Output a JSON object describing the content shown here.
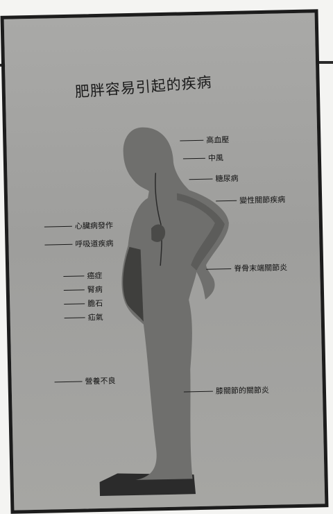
{
  "poster": {
    "title": "肥胖容易引起的疾病",
    "labels": {
      "hypertension": "高血壓",
      "stroke": "中風",
      "diabetes": "糖尿病",
      "degenerative_arthritis": "變性關節疾病",
      "heart_attack": "心臟病發作",
      "respiratory_disease": "呼吸道疾病",
      "cancer": "癌症",
      "kidney_disease": "腎病",
      "gallstones": "膽石",
      "hernia": "疝氣",
      "spinal_arthritis": "脊骨末端關節炎",
      "malnutrition": "營養不良",
      "knee_arthritis": "膝關節的關節炎"
    }
  }
}
